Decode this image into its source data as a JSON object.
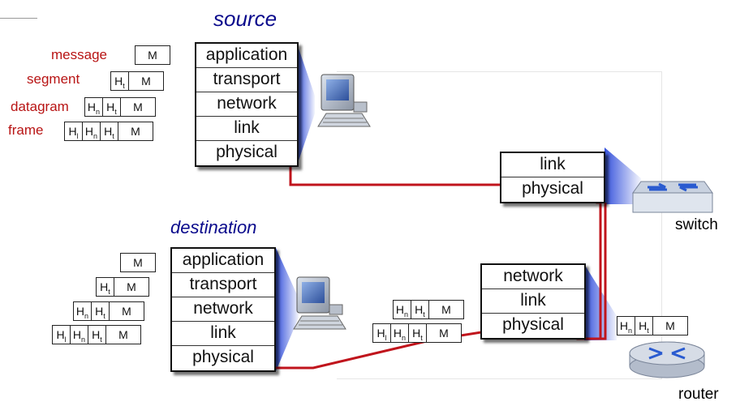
{
  "source": {
    "title": "source",
    "layers": [
      "application",
      "transport",
      "network",
      "link",
      "physical"
    ]
  },
  "destination": {
    "title": "destination",
    "layers": [
      "application",
      "transport",
      "network",
      "link",
      "physical"
    ]
  },
  "switch": {
    "layers": [
      "link",
      "physical"
    ],
    "label": "switch"
  },
  "router": {
    "layers": [
      "network",
      "link",
      "physical"
    ],
    "label": "router"
  },
  "pdu_labels": [
    "message",
    "segment",
    "datagram",
    "frame"
  ],
  "header_fields": {
    "message": "M",
    "transport": "H",
    "transport_sub": "t",
    "network": "H",
    "network_sub": "n",
    "link": "H",
    "link_sub": "l"
  },
  "colors": {
    "path": "#c0141c",
    "title": "#0a0a8c",
    "pdu_label": "#b81414",
    "device_beam": "#1f3fd8"
  }
}
